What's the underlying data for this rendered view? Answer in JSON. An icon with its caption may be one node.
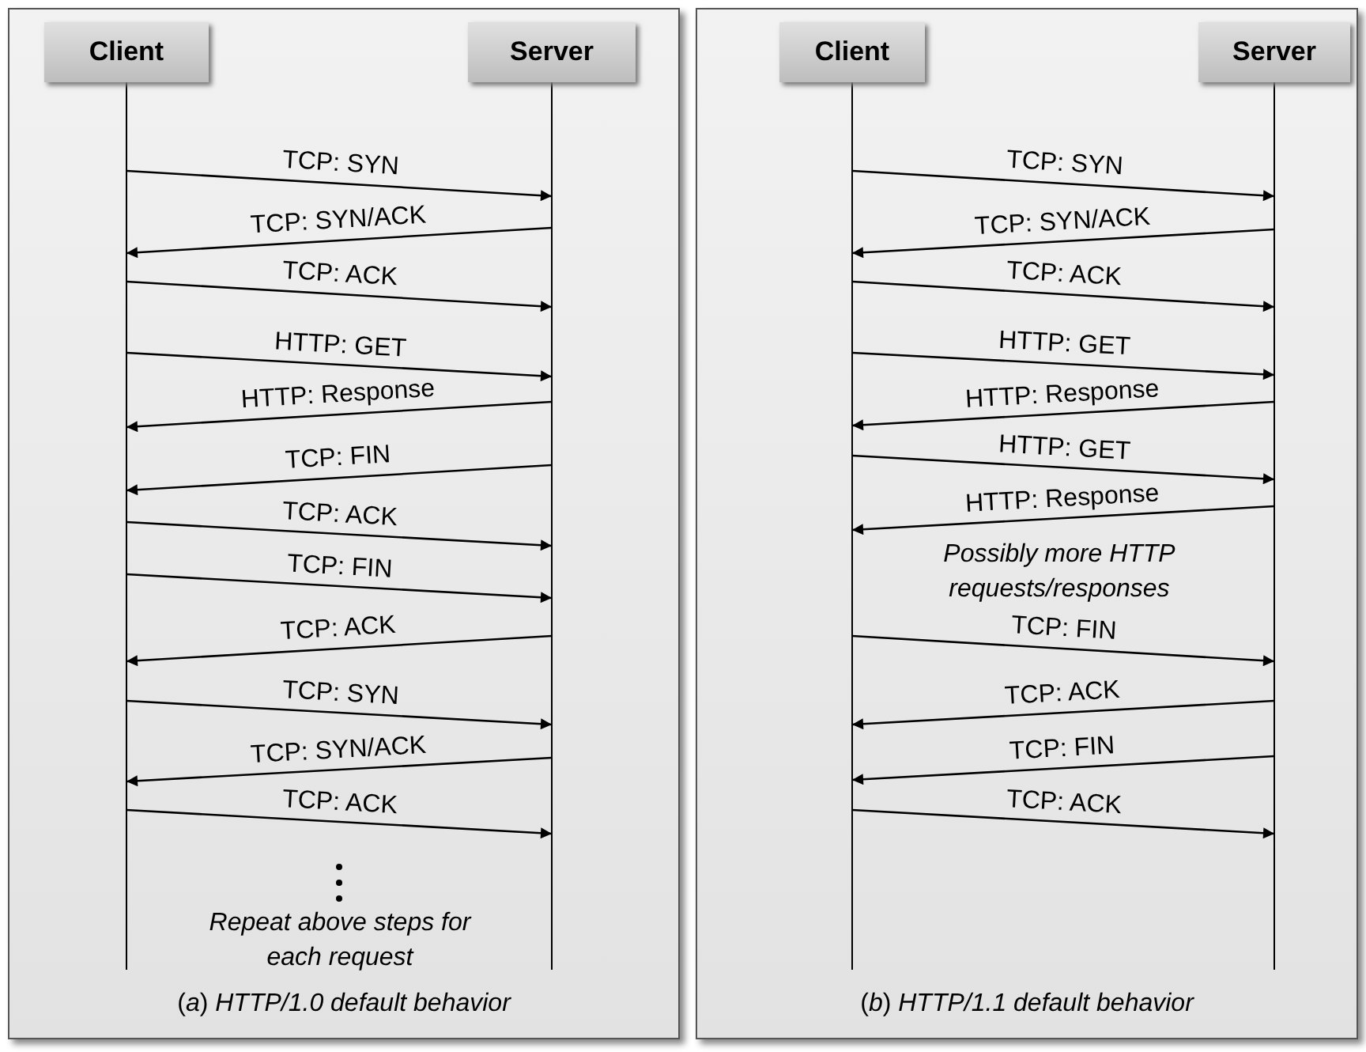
{
  "diagram": {
    "nodes": [
      {
        "text": [
          "(*a*)  *HTTP/1.0 default behavior*"
        ]
      },
      {
        "text": [
          "Client"
        ],
        "in": 0
      },
      {
        "text": [
          "Server"
        ],
        "in": 0
      },
      {
        "text": [
          "(*b*)  *HTTP/1.1 default behavior*"
        ]
      },
      {
        "text": [
          "Client"
        ],
        "in": 3
      },
      {
        "text": [
          "Server"
        ],
        "in": 3
      }
    ],
    "edges": [
      {
        "from": 1,
        "to": 2,
        "arrow": "to",
        "label": "TCP: SYN"
      },
      {
        "from": 2,
        "to": 1,
        "arrow": "to",
        "label": "TCP: SYN/ACK"
      },
      {
        "from": 1,
        "to": 2,
        "arrow": "to",
        "label": "TCP: ACK"
      },
      {
        "from": 1,
        "to": 2,
        "arrow": "to",
        "label": "HTTP: GET"
      },
      {
        "from": 2,
        "to": 1,
        "arrow": "to",
        "label": "HTTP: Response"
      },
      {
        "from": 2,
        "to": 1,
        "arrow": "to",
        "label": "TCP: FIN"
      },
      {
        "from": 1,
        "to": 2,
        "arrow": "to",
        "label": "TCP: ACK"
      },
      {
        "from": 1,
        "to": 2,
        "arrow": "to",
        "label": "TCP: FIN"
      },
      {
        "from": 2,
        "to": 1,
        "arrow": "to",
        "label": "TCP: ACK"
      },
      {
        "from": 1,
        "to": 2,
        "arrow": "to",
        "label": "TCP: SYN"
      },
      {
        "from": 2,
        "to": 1,
        "arrow": "to",
        "label": "TCP: SYN/ACK"
      },
      {
        "from": 1,
        "to": 2,
        "arrow": "to",
        "label": "TCP: ACK"
      },
      {
        "from": 4,
        "to": 5,
        "arrow": "to",
        "label": "TCP: SYN"
      },
      {
        "from": 5,
        "to": 4,
        "arrow": "to",
        "label": "TCP: SYN/ACK"
      },
      {
        "from": 4,
        "to": 5,
        "arrow": "to",
        "label": "TCP: ACK"
      },
      {
        "from": 4,
        "to": 5,
        "arrow": "to",
        "label": "HTTP: GET"
      },
      {
        "from": 5,
        "to": 4,
        "arrow": "to",
        "label": "HTTP: Response"
      },
      {
        "from": 4,
        "to": 5,
        "arrow": "to",
        "label": "HTTP: GET"
      },
      {
        "from": 5,
        "to": 4,
        "arrow": "to",
        "label": "HTTP: Response"
      },
      {
        "from": 4,
        "to": 5,
        "arrow": "to",
        "label": "TCP: FIN"
      },
      {
        "from": 5,
        "to": 4,
        "arrow": "to",
        "label": "TCP: ACK"
      },
      {
        "from": 5,
        "to": 4,
        "arrow": "to",
        "label": "TCP: FIN"
      },
      {
        "from": 4,
        "to": 5,
        "arrow": "to",
        "label": "TCP: ACK"
      }
    ],
    "labels": [
      "Repeat above steps for each request",
      "Possibly more HTTP requests/responses"
    ]
  }
}
